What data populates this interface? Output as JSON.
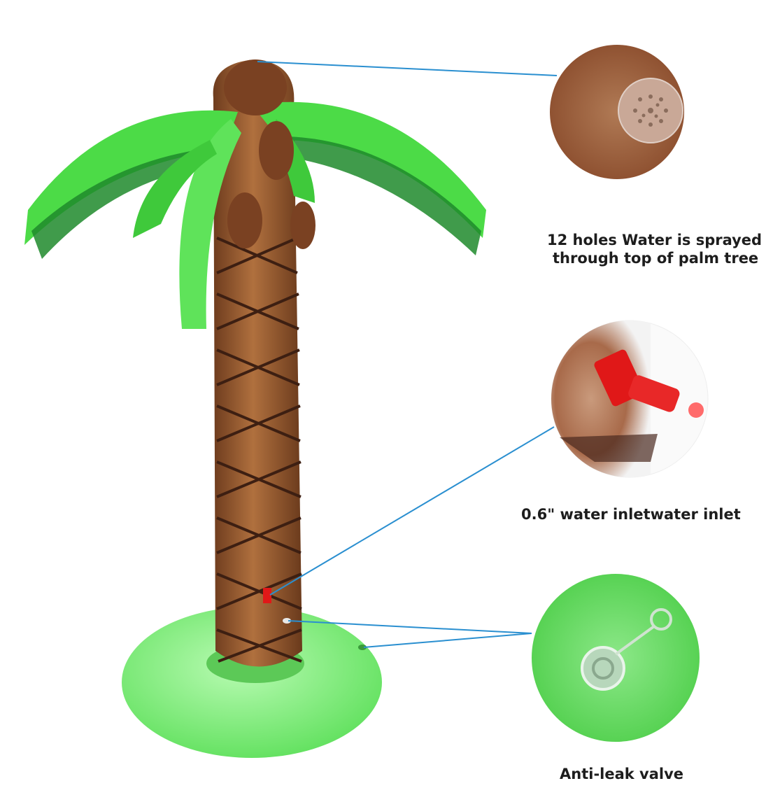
{
  "callouts": {
    "spray": {
      "line1": "12 holes  Water is sprayed",
      "line2": "through top of palm tree"
    },
    "inlet": {
      "text": "0.6\" water inletwater inlet"
    },
    "valve": {
      "text": "Anti-leak valve"
    }
  },
  "colors": {
    "leaf": "#49d847",
    "leaf_dark": "#1f8a2c",
    "trunk": "#8a4f2a",
    "ring": "#7ef07a",
    "leader_line": "#2a8fd0",
    "inlet": "#e01818"
  }
}
